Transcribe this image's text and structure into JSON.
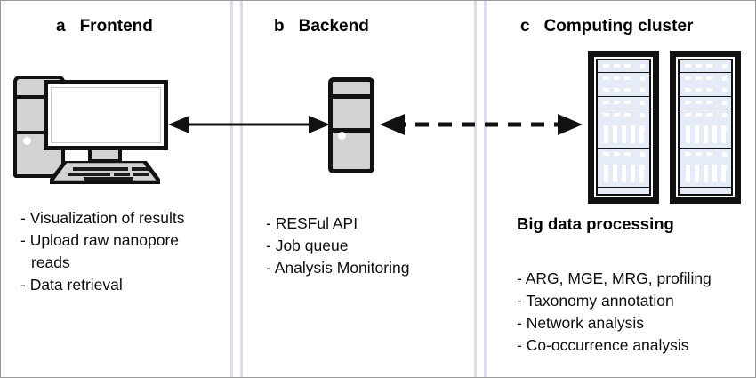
{
  "figure": {
    "panels": [
      {
        "letter": "a",
        "title": "Frontend",
        "items": [
          "- Visualization of results",
          "- Upload raw nanopore",
          "reads",
          "- Data retrieval"
        ]
      },
      {
        "letter": "b",
        "title": "Backend",
        "items": [
          "- RESFul API",
          "- Job queue",
          "- Analysis Monitoring"
        ]
      },
      {
        "letter": "c",
        "title": "Computing cluster",
        "subheading": "Big data processing",
        "items": [
          "- ARG, MGE, MRG, profiling",
          "- Taxonomy annotation",
          "- Network analysis",
          "- Co-occurrence analysis"
        ]
      }
    ],
    "colors": {
      "ink": "#111111",
      "device_fill": "#d2d2d2",
      "blade_fill": "#e6ebf8",
      "separator": "#dcdcf2",
      "border": "#9a9a9a"
    }
  }
}
